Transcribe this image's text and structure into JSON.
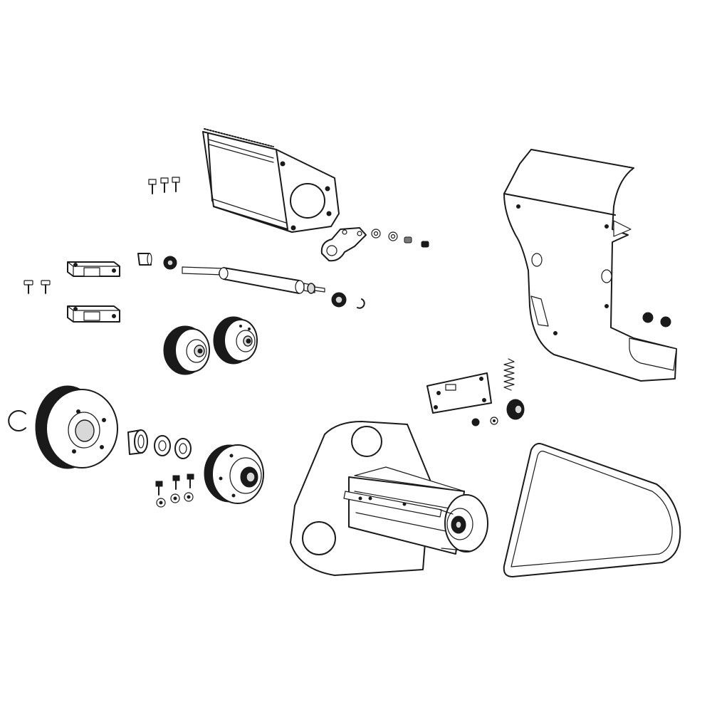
{
  "diagram": {
    "type": "exploded-parts-view",
    "colors": {
      "line": "#1a1a1a",
      "background": "#ffffff",
      "shade": "#d8d8d8"
    },
    "parts": [
      "top-mounting-bracket",
      "bracket-screw",
      "cam-link-plate",
      "small-washer",
      "guide-block",
      "guide-block-screw",
      "roller-shaft",
      "shaft-bushing",
      "shaft-bearing",
      "retaining-clip",
      "drive-pulley",
      "large-pulley",
      "e-clip",
      "spacer-bushing",
      "flat-washer",
      "flange-hub",
      "cap-screw",
      "lock-washer",
      "side-frame-plate",
      "idler-roller-assembly",
      "curved-cover-plate",
      "cover-nut",
      "tensioner-plate",
      "tension-spring",
      "tensioner-bearing",
      "drive-belt"
    ]
  }
}
